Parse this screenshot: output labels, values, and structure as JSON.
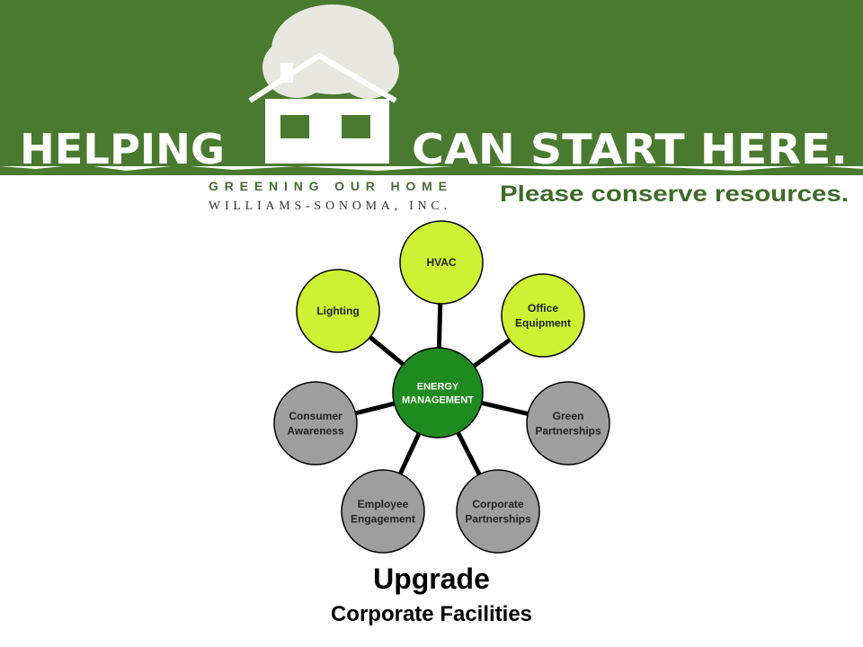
{
  "banner": {
    "headline_left": "HELPING",
    "headline_right": "CAN START HERE.",
    "logo_line1": "GREENING OUR HOME",
    "logo_line2": "WILLIAMS-SONOMA, INC.",
    "tagline": "Please conserve resources.",
    "colors": {
      "green": "#4a7a30",
      "tagline": "#3f6a2a"
    }
  },
  "diagram": {
    "center": {
      "lines": [
        "ENERGY",
        "MANAGEMENT"
      ],
      "color": "#1f8a1f"
    },
    "nodes": [
      {
        "id": "hvac",
        "lines": [
          "HVAC"
        ],
        "color": "#ccf233"
      },
      {
        "id": "office-equipment",
        "lines": [
          "Office",
          "Equipment"
        ],
        "color": "#ccf233"
      },
      {
        "id": "green-partnerships",
        "lines": [
          "Green",
          "Partnerships"
        ],
        "color": "#9e9e9e"
      },
      {
        "id": "corporate-partnerships",
        "lines": [
          "Corporate",
          "Partnerships"
        ],
        "color": "#9e9e9e"
      },
      {
        "id": "employee-engagement",
        "lines": [
          "Employee",
          "Engagement"
        ],
        "color": "#9e9e9e"
      },
      {
        "id": "consumer-awareness",
        "lines": [
          "Consumer",
          "Awareness"
        ],
        "color": "#9e9e9e"
      },
      {
        "id": "lighting",
        "lines": [
          "Lighting"
        ],
        "color": "#ccf233"
      }
    ]
  },
  "footer": {
    "title": "Upgrade",
    "subtitle": "Corporate Facilities"
  }
}
